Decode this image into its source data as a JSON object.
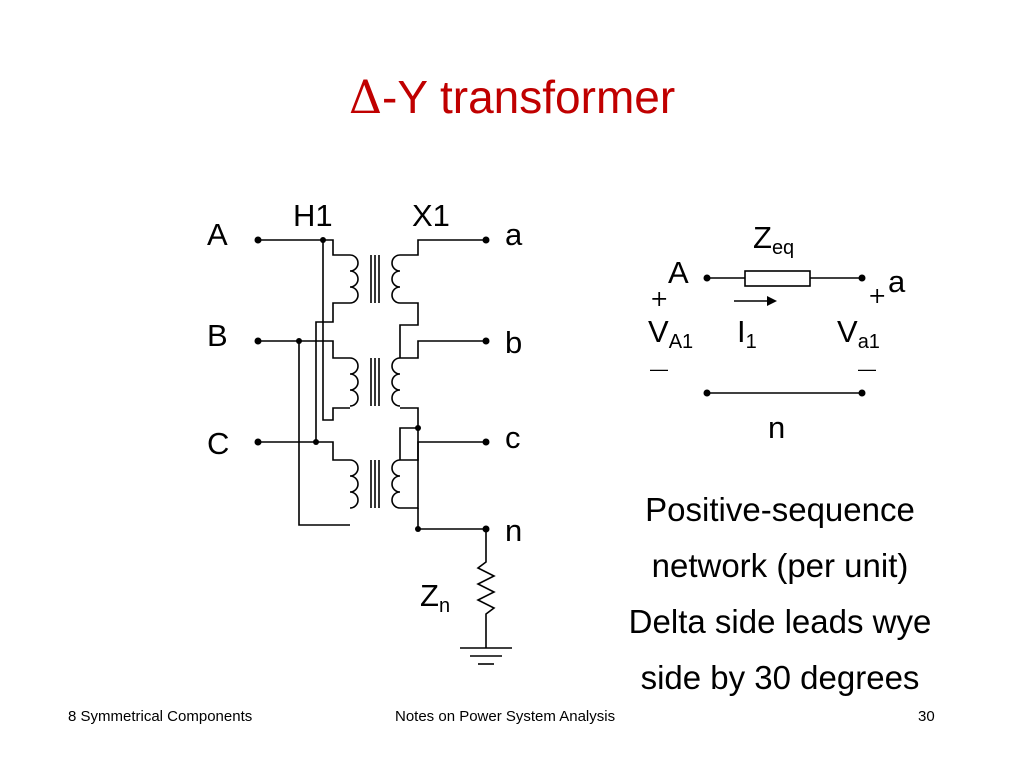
{
  "title_symbol": "Δ",
  "title_text": "-Y transformer",
  "title_color": "#c00000",
  "transformer": {
    "primary_label": "H1",
    "secondary_label": "X1",
    "primary_terminals": [
      "A",
      "B",
      "C"
    ],
    "secondary_terminals": [
      "a",
      "b",
      "c",
      "n"
    ],
    "ground_impedance": {
      "symbol": "Z",
      "subscript": "n"
    }
  },
  "network": {
    "impedance": {
      "symbol": "Z",
      "subscript": "eq"
    },
    "left_node": "A",
    "right_node": "a",
    "neutral_node": "n",
    "left_voltage": {
      "symbol": "V",
      "subscript": "A1"
    },
    "right_voltage": {
      "symbol": "V",
      "subscript": "a1"
    },
    "current": {
      "symbol": "I",
      "subscript": "1"
    },
    "plus": "+",
    "minus": "—"
  },
  "caption": [
    "Positive-sequence",
    "network (per unit)",
    "Delta side leads wye",
    "side by 30 degrees"
  ],
  "footer": {
    "left": "8 Symmetrical Components",
    "center": "Notes on Power System Analysis",
    "right": "30"
  }
}
